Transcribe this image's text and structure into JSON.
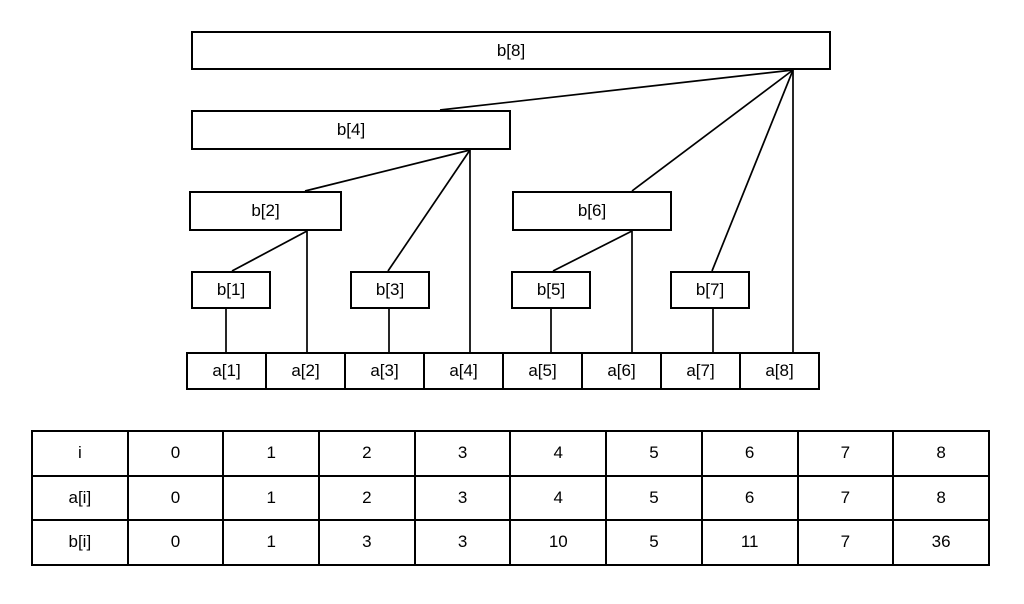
{
  "diagram": {
    "labels": {
      "b1": "b[1]",
      "b2": "b[2]",
      "b3": "b[3]",
      "b4": "b[4]",
      "b5": "b[5]",
      "b6": "b[6]",
      "b7": "b[7]",
      "b8": "b[8]"
    },
    "a_cells": [
      "a[1]",
      "a[2]",
      "a[3]",
      "a[4]",
      "a[5]",
      "a[6]",
      "a[7]",
      "a[8]"
    ]
  },
  "table": {
    "rows": [
      {
        "header": "i",
        "values": [
          "0",
          "1",
          "2",
          "3",
          "4",
          "5",
          "6",
          "7",
          "8"
        ]
      },
      {
        "header": "a[i]",
        "values": [
          "0",
          "1",
          "2",
          "3",
          "4",
          "5",
          "6",
          "7",
          "8"
        ]
      },
      {
        "header": "b[i]",
        "values": [
          "0",
          "1",
          "3",
          "3",
          "10",
          "5",
          "11",
          "7",
          "36"
        ]
      }
    ]
  },
  "colors": {
    "line": "#000000",
    "background": "#ffffff",
    "text": "#000000"
  }
}
